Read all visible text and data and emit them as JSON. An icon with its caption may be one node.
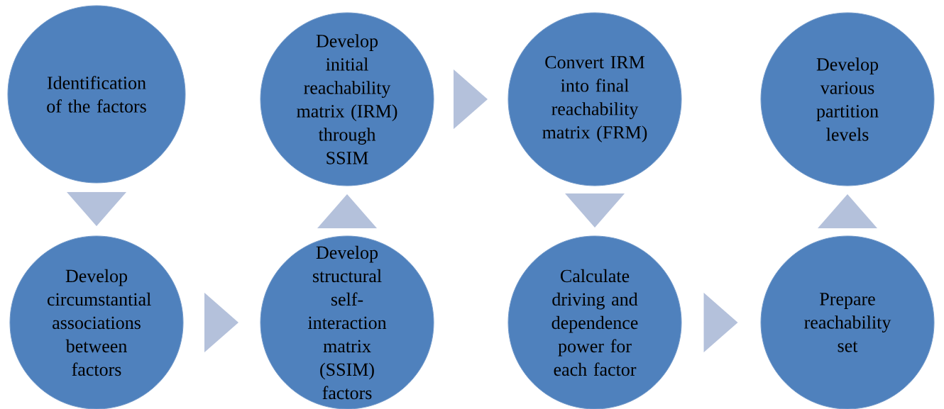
{
  "diagram": {
    "nodes": [
      {
        "text": [
          "Identification of the factors"
        ]
      },
      {
        "text": [
          "Develop circumstantial associations between factors"
        ]
      },
      {
        "text": [
          "Develop structural self-interaction matrix (SSIM) factors"
        ]
      },
      {
        "text": [
          "Develop initial reachability matrix (IRM) through SSIM"
        ]
      },
      {
        "text": [
          "Convert IRM into final reachability matrix (FRM)"
        ]
      },
      {
        "text": [
          "Calculate driving and dependence power for each factor"
        ]
      },
      {
        "text": [
          "Prepare reachability set"
        ]
      },
      {
        "text": [
          "Develop various partition levels"
        ]
      }
    ],
    "edges": [
      {
        "from": 0,
        "to": 1,
        "arrow": "to"
      },
      {
        "from": 1,
        "to": 2,
        "arrow": "to"
      },
      {
        "from": 2,
        "to": 3,
        "arrow": "to"
      },
      {
        "from": 3,
        "to": 4,
        "arrow": "to"
      },
      {
        "from": 4,
        "to": 5,
        "arrow": "to"
      },
      {
        "from": 5,
        "to": 6,
        "arrow": "to"
      },
      {
        "from": 6,
        "to": 7,
        "arrow": "to"
      }
    ]
  }
}
